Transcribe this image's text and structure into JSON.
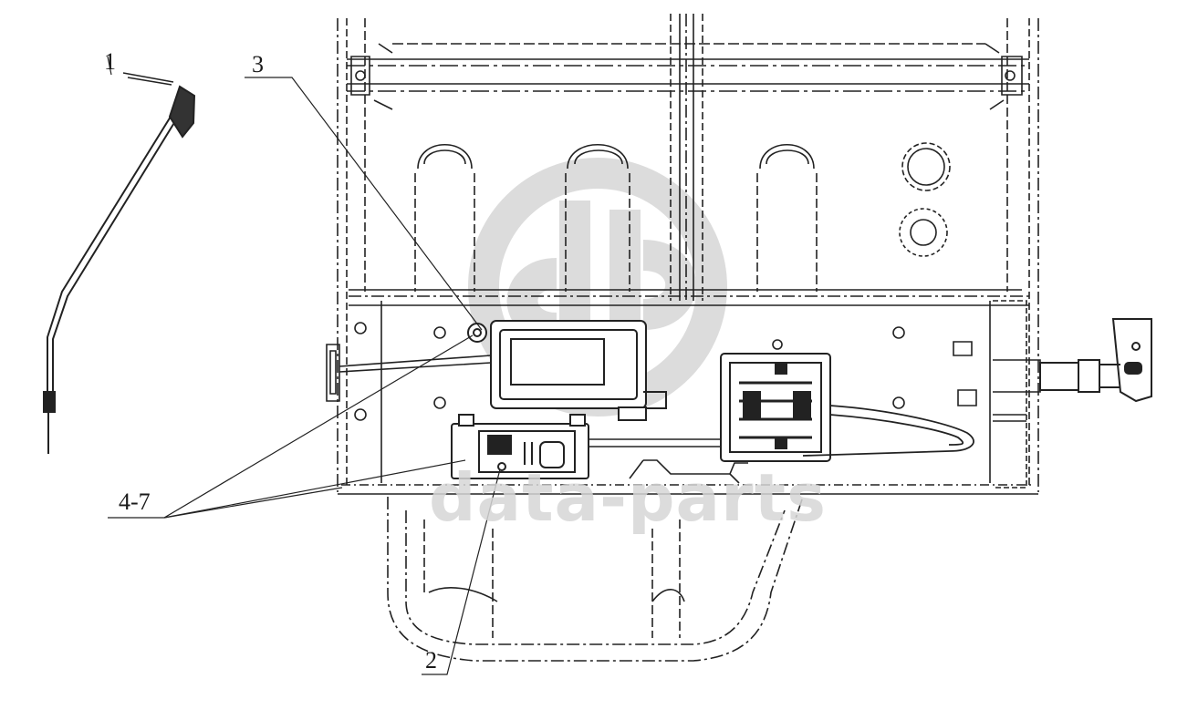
{
  "diagram": {
    "callouts": {
      "c1": "1",
      "c2": "2",
      "c3": "3",
      "c47": "4-7"
    },
    "watermark": {
      "text": "data-parts",
      "logo": "dp-circle-logo",
      "color": "#d6d6d6"
    },
    "line_color": "#222222"
  }
}
